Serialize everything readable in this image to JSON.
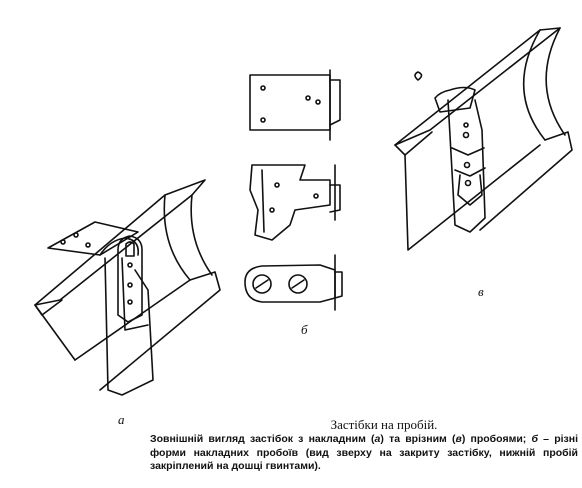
{
  "labels": {
    "a": "а",
    "b": "б",
    "v": "в"
  },
  "caption": {
    "title": "Застібки на пробій.",
    "line1_pre": "Зовнішній вигляд застібок з накладним (",
    "line1_a": "а",
    "line1_mid": ") та врізним (",
    "line1_v": "в",
    "line1_post": ")",
    "line2_pre": "пробоями; ",
    "line2_b": "б",
    "line2_post": " – різні форми накладних пробоїв (вид зверху на закриту застібку, нижній пробій закріплений на дошці гвинтами)."
  }
}
